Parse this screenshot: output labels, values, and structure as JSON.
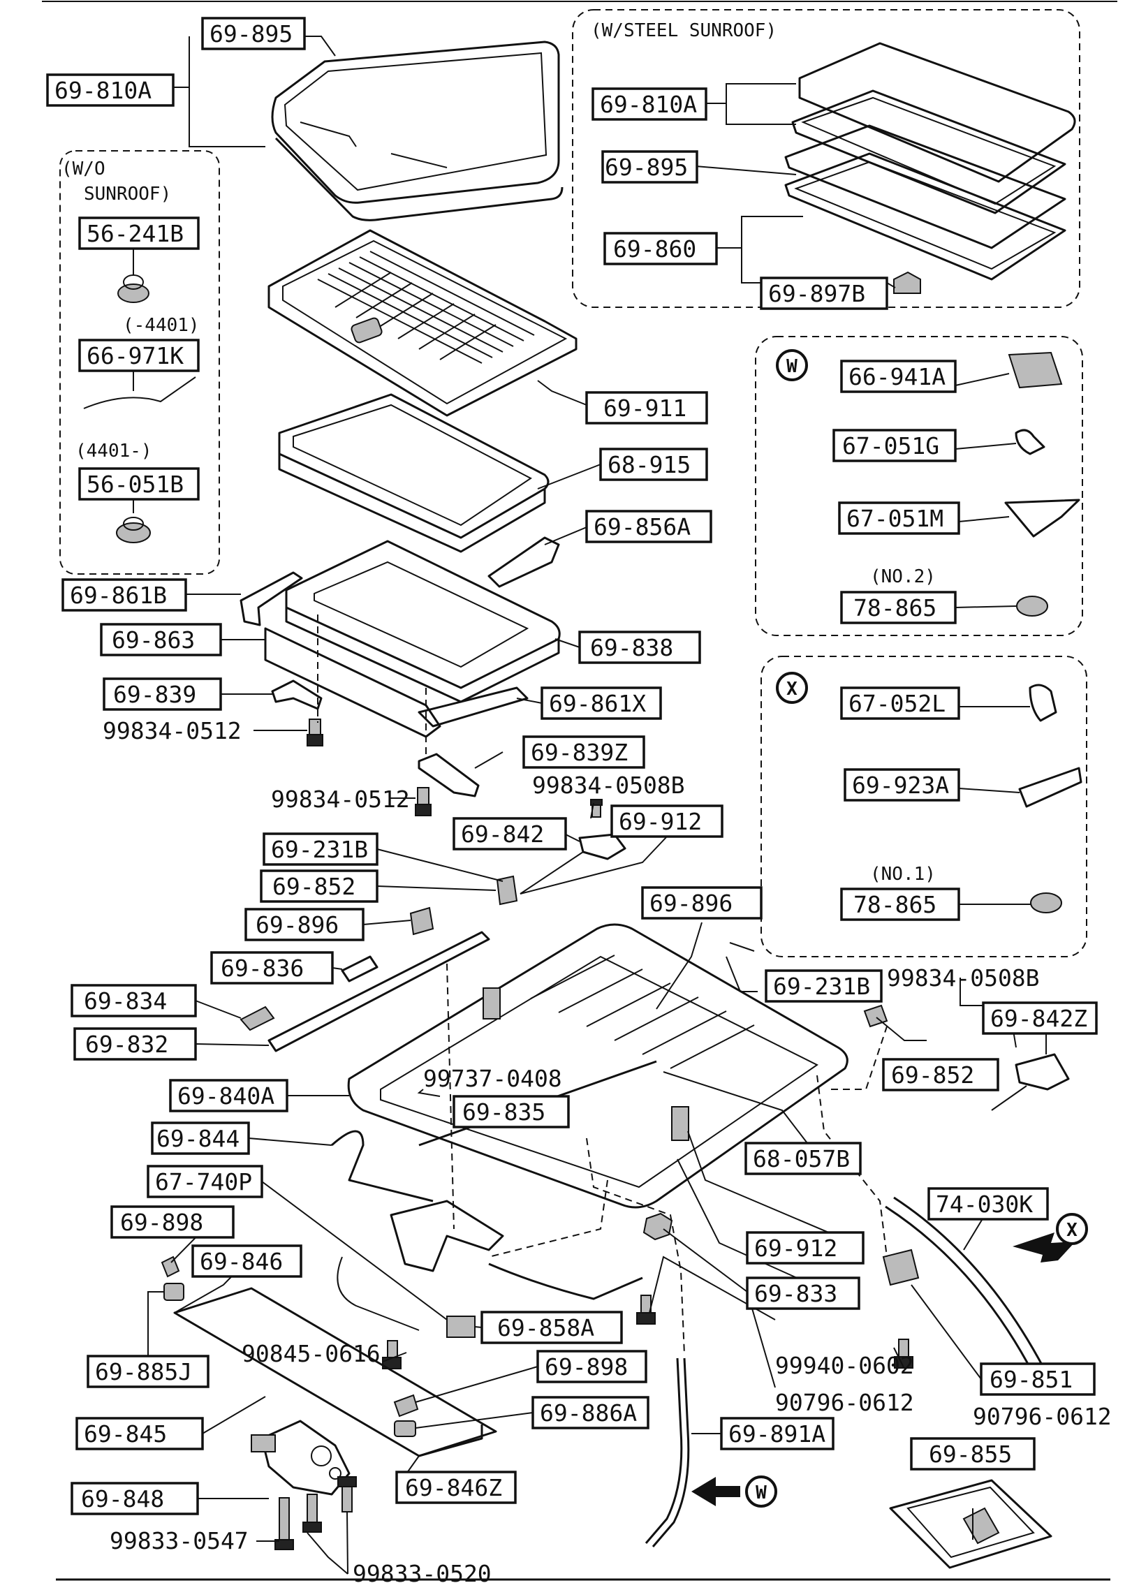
{
  "groups": {
    "steel_sunroof": "(W/STEEL SUNROOF)",
    "wo_sunroof_1": "(W/O",
    "wo_sunroof_2": "SUNROOF)"
  },
  "notes": {
    "range_a": "(-4401)",
    "range_b": "(4401-)",
    "no2": "(NO.2)",
    "no1": "(NO.1)"
  },
  "markers": {
    "w": "W",
    "x": "X"
  },
  "labels": [
    "69-895",
    "69-810A",
    "56-241B",
    "66-971K",
    "56-051B",
    "69-911",
    "68-915",
    "69-856A",
    "69-861B",
    "69-863",
    "69-838",
    "69-839",
    "69-861X",
    "69-839Z",
    "69-842",
    "69-912",
    "69-231B",
    "69-852",
    "69-896",
    "69-836",
    "69-834",
    "69-832",
    "69-840A",
    "69-835",
    "69-844",
    "67-740P",
    "69-898",
    "69-846",
    "69-885J",
    "69-858A",
    "69-898",
    "69-886A",
    "69-845",
    "69-848",
    "69-846Z",
    "69-891A",
    "69-855",
    "69-851",
    "74-030K",
    "69-912",
    "69-833",
    "69-896",
    "69-231B",
    "69-842Z",
    "69-852",
    "68-057B",
    "69-810A",
    "69-895",
    "69-860",
    "69-897B",
    "66-941A",
    "67-051G",
    "67-051M",
    "78-865",
    "67-052L",
    "69-923A",
    "78-865"
  ],
  "parts_text": [
    "99834-0512",
    "99834-0512",
    "99834-0508B",
    "99834-0508B",
    "99737-0408",
    "90845-0616",
    "99940-0602",
    "90796-0612",
    "90796-0612",
    "99833-0547",
    "99833-0520"
  ]
}
